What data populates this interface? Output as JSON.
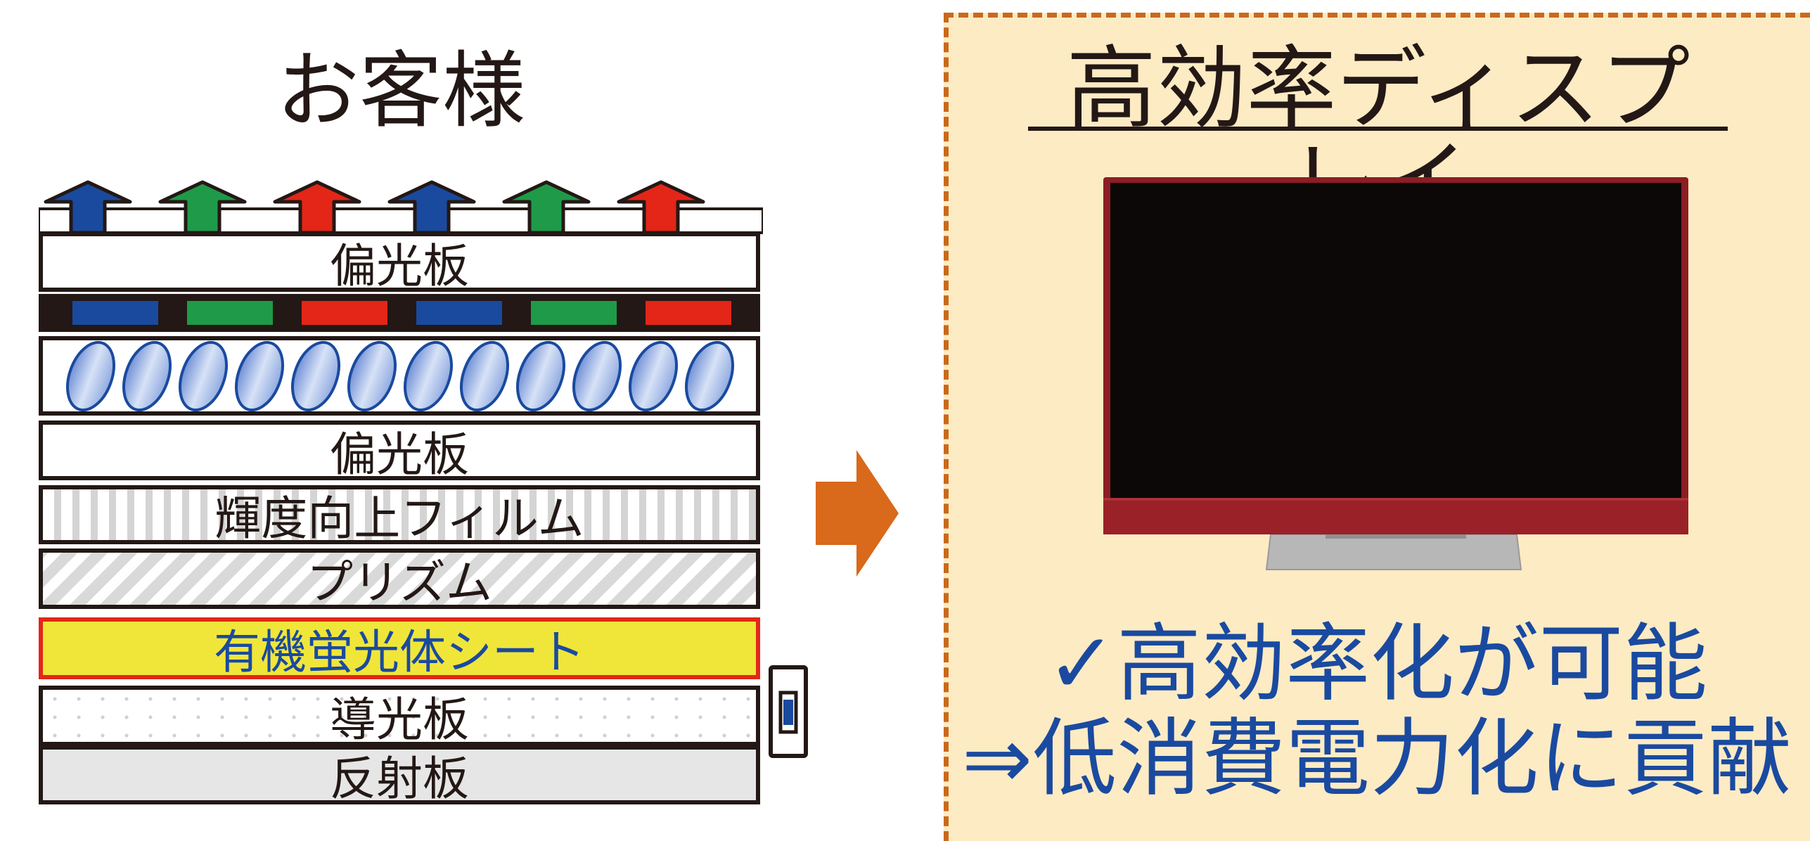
{
  "left_title": "お客様",
  "layers": {
    "polarizer_top": "偏光板",
    "polarizer_bottom": "偏光板",
    "brightness_film": "輝度向上フィルム",
    "prism": "プリズム",
    "phosphor_sheet": "有機蛍光体シート",
    "light_guide": "導光板",
    "reflector": "反射板"
  },
  "right_panel": {
    "title": "高効率ディスプレイ",
    "claim_line1": "✓高効率化が可能",
    "claim_line2": "⇒低消費電力化に貢献"
  },
  "colors": {
    "blue": "#1a4a9e",
    "green": "#1f9a48",
    "red": "#e32618",
    "phosphor_yellow": "#f0e63a",
    "phosphor_border": "#e32618",
    "arrow_orange": "#d9691b",
    "panel_bg": "#fdebc4",
    "panel_border": "#c9691c",
    "claim_text": "#1a4aa0"
  },
  "light_arrows": [
    "blue",
    "green",
    "red",
    "blue",
    "green",
    "red"
  ],
  "color_filter": [
    "blue",
    "green",
    "red",
    "blue",
    "green",
    "red"
  ]
}
